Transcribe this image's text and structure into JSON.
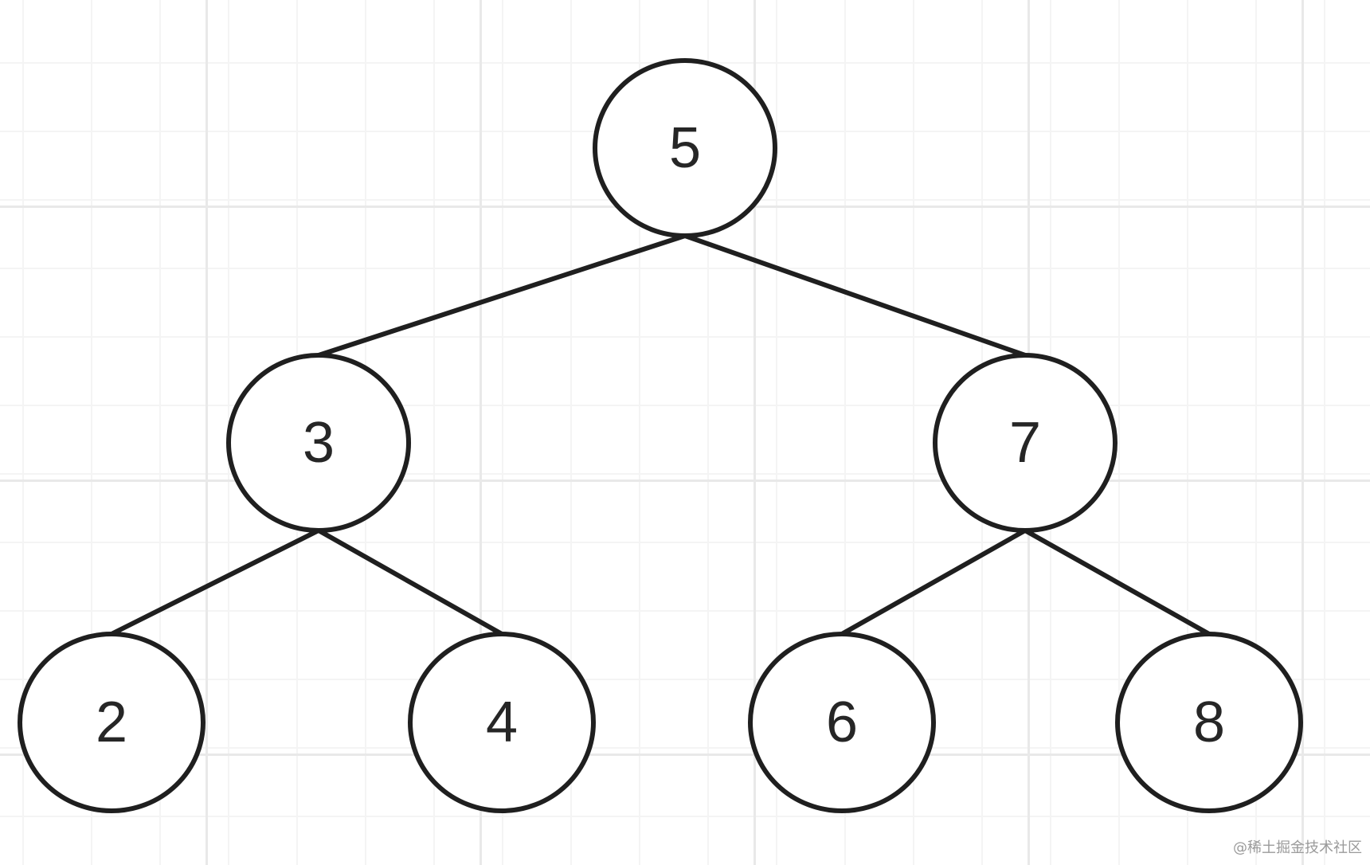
{
  "diagram": {
    "type": "binary-tree",
    "nodes": [
      {
        "id": "n5",
        "label": "5"
      },
      {
        "id": "n3",
        "label": "3"
      },
      {
        "id": "n7",
        "label": "7"
      },
      {
        "id": "n2",
        "label": "2"
      },
      {
        "id": "n4",
        "label": "4"
      },
      {
        "id": "n6",
        "label": "6"
      },
      {
        "id": "n8",
        "label": "8"
      }
    ],
    "edges": [
      {
        "from": "n5",
        "to": "n3"
      },
      {
        "from": "n5",
        "to": "n7"
      },
      {
        "from": "n3",
        "to": "n2"
      },
      {
        "from": "n3",
        "to": "n4"
      },
      {
        "from": "n7",
        "to": "n6"
      },
      {
        "from": "n7",
        "to": "n8"
      }
    ]
  },
  "watermark": {
    "text": "@稀土掘金技术社区"
  },
  "colors": {
    "stroke": "#1f1f1f",
    "text": "#262626",
    "grid": "#e9e9e9",
    "background": "#ffffff"
  }
}
